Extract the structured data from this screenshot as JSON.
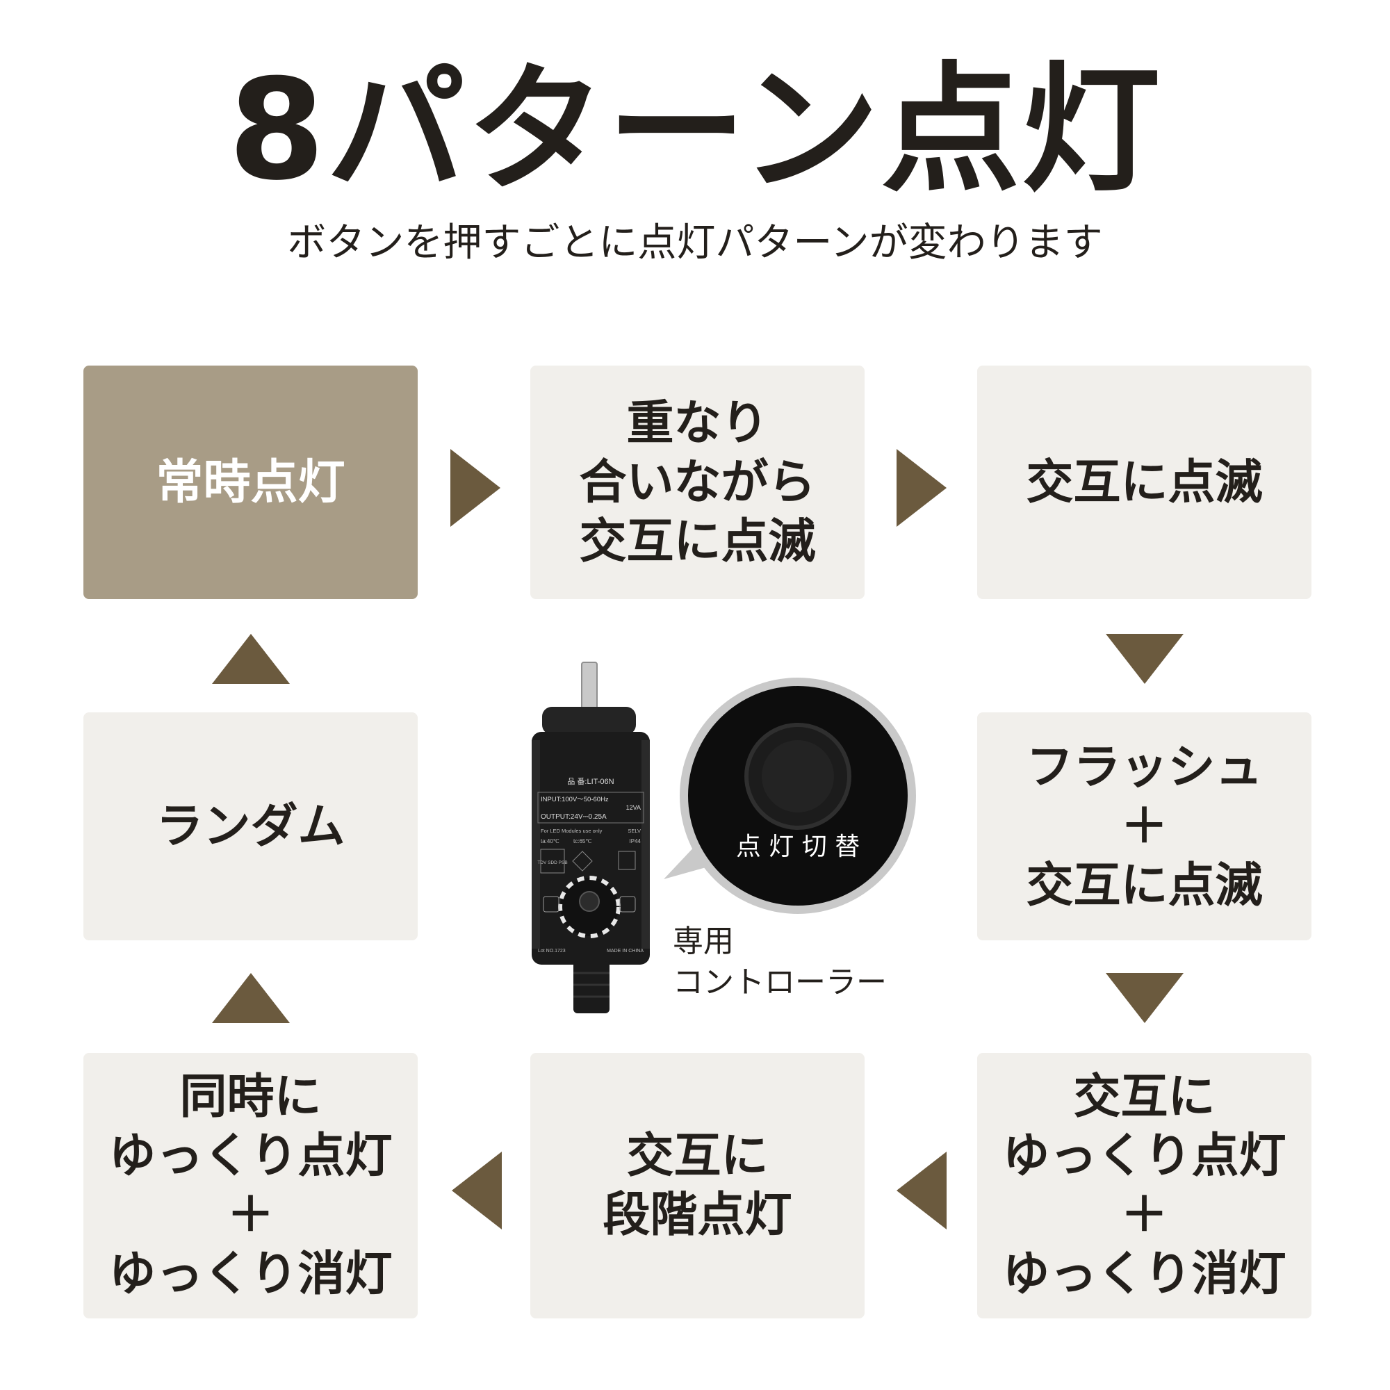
{
  "header": {
    "title": "8パターン点灯",
    "subtitle": "ボタンを押すごとに点灯パターンが変わります"
  },
  "patterns": [
    {
      "label": "常時点灯"
    },
    {
      "label": "重なり\n合いながら\n交互に点滅"
    },
    {
      "label": "交互に点滅"
    },
    {
      "label": "フラッシュ\n＋\n交互に点滅"
    },
    {
      "label": "交互に\nゆっくり点灯\n＋\nゆっくり消灯"
    },
    {
      "label": "交互に\n段階点灯"
    },
    {
      "label": "同時に\nゆっくり点灯\n＋\nゆっくり消灯"
    },
    {
      "label": "ランダム"
    }
  ],
  "controller": {
    "caption_line1": "専用",
    "caption_line2": "コントローラー",
    "button_label": "点 灯 切 替",
    "model": "品 番:LIT-06N",
    "input": "INPUT:100V～50-60Hz",
    "va": "12VA",
    "output": "OUTPUT:24V⎓0.25A",
    "modules": "For LED Modules use only",
    "selv": "SELV",
    "ta": "ta:40℃",
    "tc": "tc:65℃",
    "ip": "IP44",
    "marks": "TDV SDD PSB",
    "lot": "Lot NO.1723",
    "made": "MADE IN CHINA"
  },
  "colors": {
    "active_box": "#a89c86",
    "inactive_box": "#f1efeb",
    "arrow": "#6b5a3e",
    "text": "#231f1b"
  }
}
